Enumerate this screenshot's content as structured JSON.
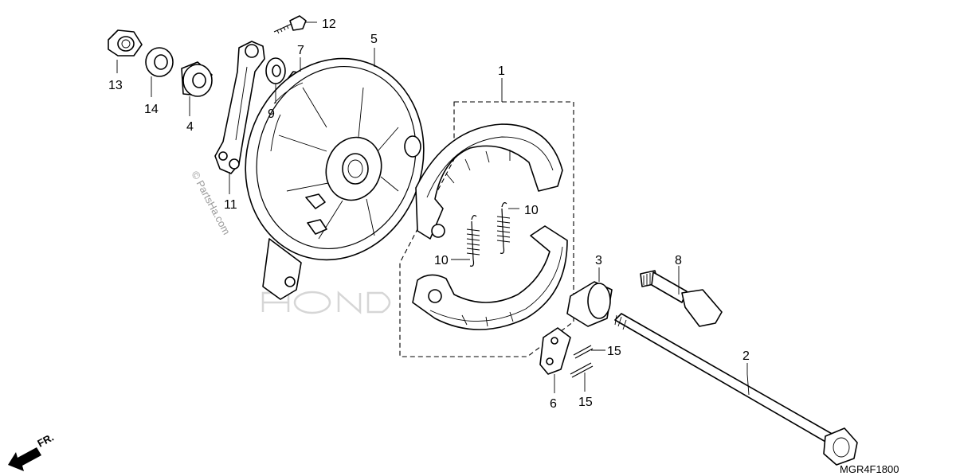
{
  "diagram": {
    "drawing_code": "MGR4F1800",
    "front_arrow_label": "FR.",
    "watermark": "© PartsHa.com",
    "callouts": [
      {
        "id": "1",
        "label": "1"
      },
      {
        "id": "2",
        "label": "2"
      },
      {
        "id": "3",
        "label": "3"
      },
      {
        "id": "4",
        "label": "4"
      },
      {
        "id": "5",
        "label": "5"
      },
      {
        "id": "6",
        "label": "6"
      },
      {
        "id": "7",
        "label": "7"
      },
      {
        "id": "8",
        "label": "8"
      },
      {
        "id": "9",
        "label": "9"
      },
      {
        "id": "10a",
        "label": "10"
      },
      {
        "id": "10b",
        "label": "10"
      },
      {
        "id": "11",
        "label": "11"
      },
      {
        "id": "12",
        "label": "12"
      },
      {
        "id": "13",
        "label": "13"
      },
      {
        "id": "14",
        "label": "14"
      },
      {
        "id": "15a",
        "label": "15"
      },
      {
        "id": "15b",
        "label": "15"
      }
    ]
  }
}
